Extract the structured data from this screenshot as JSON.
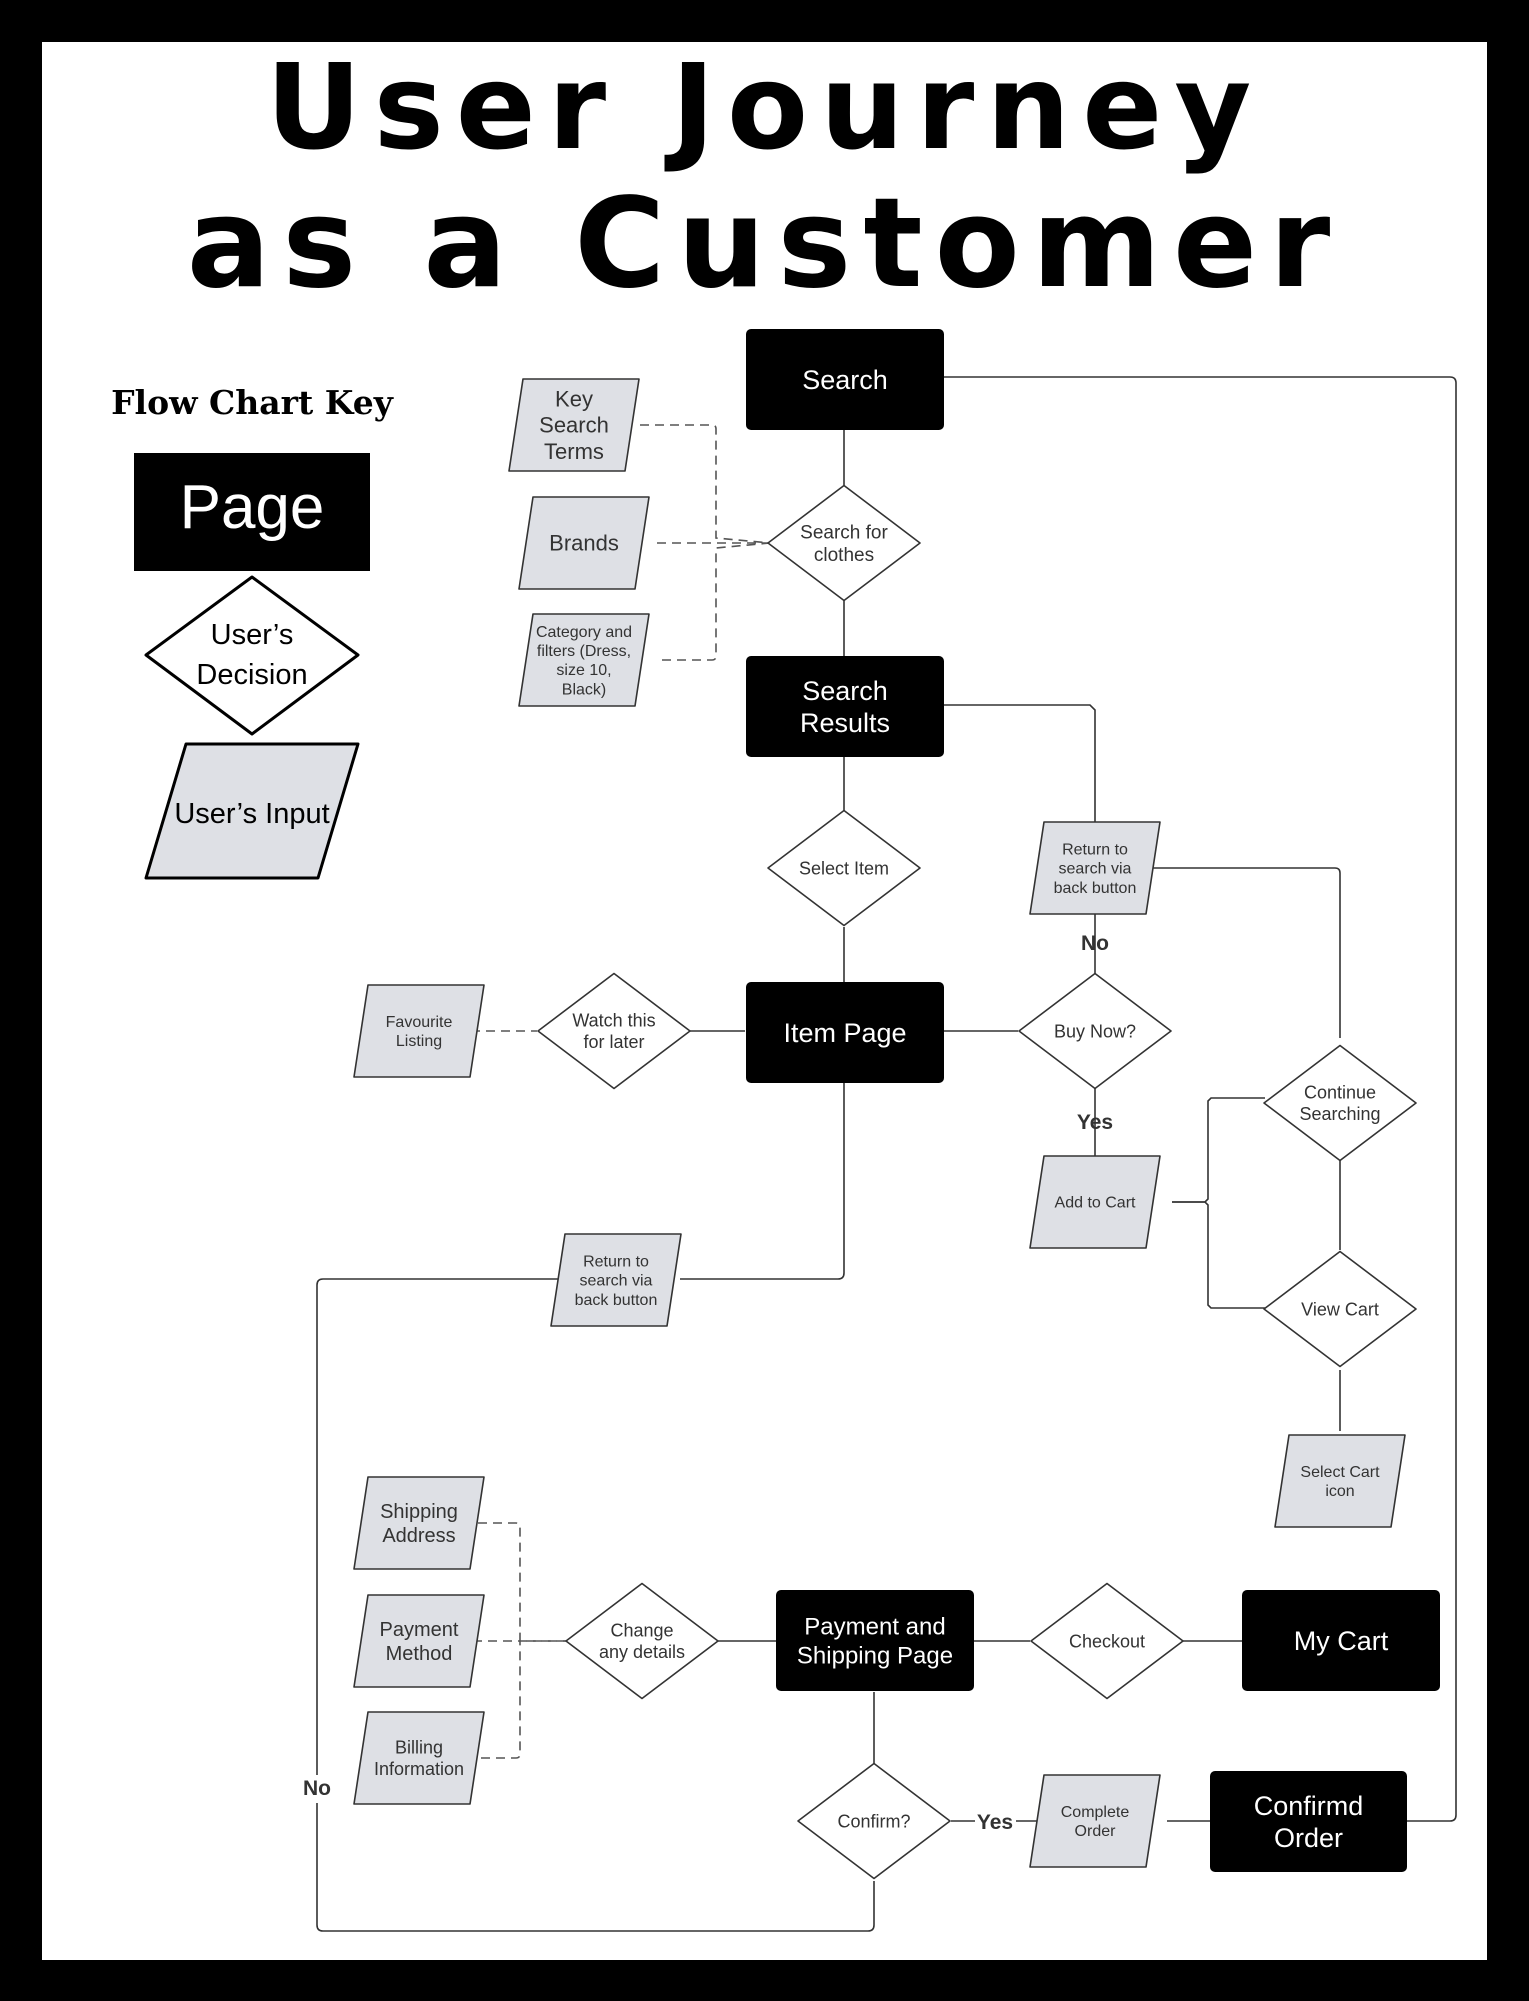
{
  "title": {
    "line1": "User Journey",
    "line2": "as a Customer"
  },
  "key": {
    "heading": "Flow Chart Key",
    "page_label": "Page",
    "decision_label": [
      "User’s",
      "Decision"
    ],
    "input_label": "User’s Input"
  },
  "nodes": {
    "search": [
      "Search"
    ],
    "search_for_clothes": [
      "Search for",
      "clothes"
    ],
    "key_search_terms": [
      "Key",
      "Search",
      "Terms"
    ],
    "brands": [
      "Brands"
    ],
    "category_filters": [
      "Category and",
      "filters (Dress,",
      "size 10,",
      "Black)"
    ],
    "search_results": [
      "Search",
      "Results"
    ],
    "select_item": [
      "Select Item"
    ],
    "return_search_1": [
      "Return to",
      "search via",
      "back button"
    ],
    "item_page": [
      "Item Page"
    ],
    "watch_later": [
      "Watch this",
      "for later"
    ],
    "favourite_listing": [
      "Favourite",
      "Listing"
    ],
    "buy_now": [
      "Buy Now?"
    ],
    "add_to_cart": [
      "Add to Cart"
    ],
    "continue_searching": [
      "Continue",
      "Searching"
    ],
    "view_cart": [
      "View Cart"
    ],
    "return_search_2": [
      "Return to",
      "search via",
      "back button"
    ],
    "select_cart_icon": [
      "Select Cart",
      "icon"
    ],
    "my_cart": [
      "My Cart"
    ],
    "checkout": [
      "Checkout"
    ],
    "payment_shipping": [
      "Payment and",
      "Shipping Page"
    ],
    "change_details": [
      "Change",
      "any details"
    ],
    "shipping_address": [
      "Shipping",
      "Address"
    ],
    "payment_method": [
      "Payment",
      "Method"
    ],
    "billing_information": [
      "Billing",
      "Information"
    ],
    "confirm": [
      "Confirm?"
    ],
    "complete_order": [
      "Complete",
      "Order"
    ],
    "confirmed_order": [
      "Confirmd",
      "Order"
    ]
  },
  "edge_labels": {
    "no_buy": "No",
    "yes_buy": "Yes",
    "yes_confirm": "Yes",
    "no_confirm": "No"
  },
  "colors": {
    "page_fill": "#000000",
    "input_fill": "#dee0e5",
    "stroke": "#333333",
    "frame": "#000000"
  }
}
